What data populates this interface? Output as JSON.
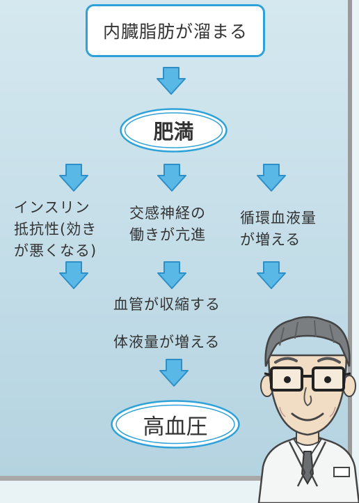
{
  "nodes": {
    "top": "内臓脂肪が溜まる",
    "obesity": "肥満",
    "insulin": [
      "インスリン",
      "抵抗性(効き",
      "が悪くなる)"
    ],
    "sympathetic": [
      "交感神経の",
      "働きが亢進"
    ],
    "blood_volume": [
      "循環血液量",
      "が増える"
    ],
    "vasoconstriction": "血管が収縮する",
    "fluid_increase": "体液量が増える",
    "hypertension": "高血圧"
  },
  "colors": {
    "accent": "#2ea2d8",
    "arrow_fill": "#5ab8e6",
    "background": "#c3dde8"
  },
  "icons": [
    "down-arrow-icon",
    "doctor-illustration"
  ]
}
